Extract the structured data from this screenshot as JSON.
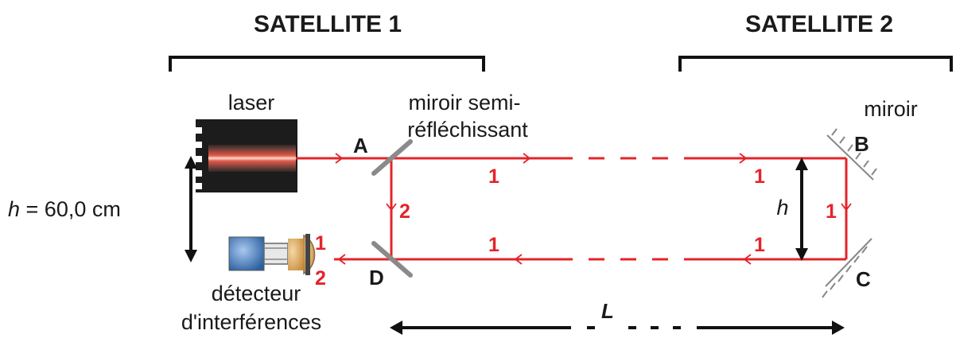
{
  "satellites": {
    "sat1_title": "SATELLITE 1",
    "sat2_title": "SATELLITE 2"
  },
  "labels": {
    "laser": "laser",
    "semi_mirror_line1": "miroir semi-",
    "semi_mirror_line2": "réfléchissant",
    "mirror": "miroir",
    "detector_line1": "détecteur",
    "detector_line2": "d'interférences",
    "h_left_symbol": "h",
    "h_left_value": " = 60,0 cm",
    "h_right": "h",
    "L": "L"
  },
  "points": {
    "A": "A",
    "B": "B",
    "C": "C",
    "D": "D"
  },
  "beams": {
    "one": "1",
    "two": "2"
  },
  "colors": {
    "beam": "#e3242b",
    "text": "#1a1a1a",
    "mirror": "#8a8a8a"
  }
}
